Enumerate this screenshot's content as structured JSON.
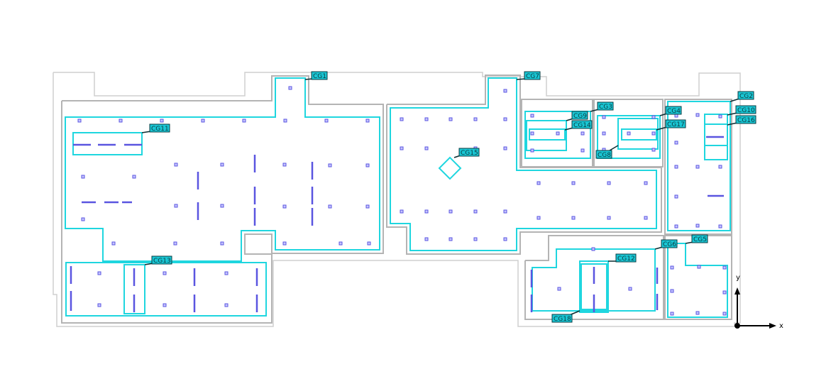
{
  "labels": {
    "CG1": "CG1",
    "CG2": "CG2",
    "CG3": "CG3",
    "CG4": "CG4",
    "CG5": "CG5",
    "CG6": "CG6",
    "CG7": "CG7",
    "CG8": "CG8",
    "CG9": "CG9",
    "CG10": "CG10",
    "CG11": "CG11",
    "CG12": "CG12",
    "CG13": "CG13",
    "CG14": "CG14",
    "CG15": "CG15",
    "CG16": "CG16",
    "CG17": "CG17",
    "CG18": "CG18"
  },
  "axes": {
    "x": "x",
    "y": "y"
  },
  "colors": {
    "group_outline": "#1fd6df",
    "element": "#5a55e0",
    "label_fill": "#19c6d4"
  }
}
